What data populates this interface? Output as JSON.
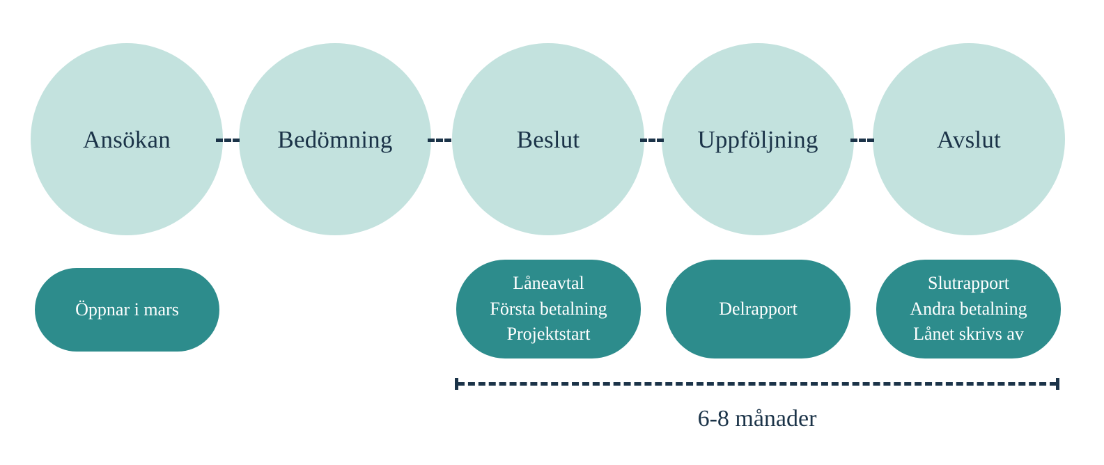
{
  "diagram": {
    "type": "process-timeline",
    "colors": {
      "stage_fill": "#c3e2de",
      "stage_text": "#1b3348",
      "milestone_fill": "#2d8c8c",
      "milestone_text": "#ffffff",
      "connector": "#1b3348",
      "background": "#ffffff"
    },
    "stages": [
      {
        "id": "ansokan",
        "label": "Ansökan"
      },
      {
        "id": "bedomning",
        "label": "Bedömning"
      },
      {
        "id": "beslut",
        "label": "Beslut"
      },
      {
        "id": "uppfoljning",
        "label": "Uppföljning"
      },
      {
        "id": "avslut",
        "label": "Avslut"
      }
    ],
    "milestones": [
      {
        "id": "ansokan-milestone",
        "stage": "ansokan",
        "lines": [
          "Öppnar i mars"
        ]
      },
      {
        "id": "beslut-milestone",
        "stage": "beslut",
        "lines": [
          "Låneavtal",
          "Första betalning",
          "Projektstart"
        ]
      },
      {
        "id": "uppfoljning-milestone",
        "stage": "uppfoljning",
        "lines": [
          "Delrapport"
        ]
      },
      {
        "id": "avslut-milestone",
        "stage": "avslut",
        "lines": [
          "Slutrapport",
          "Andra betalning",
          "Lånet skrivs av"
        ]
      }
    ],
    "duration": {
      "label": "6-8 månader",
      "from_stage": "beslut",
      "to_stage": "avslut"
    }
  }
}
